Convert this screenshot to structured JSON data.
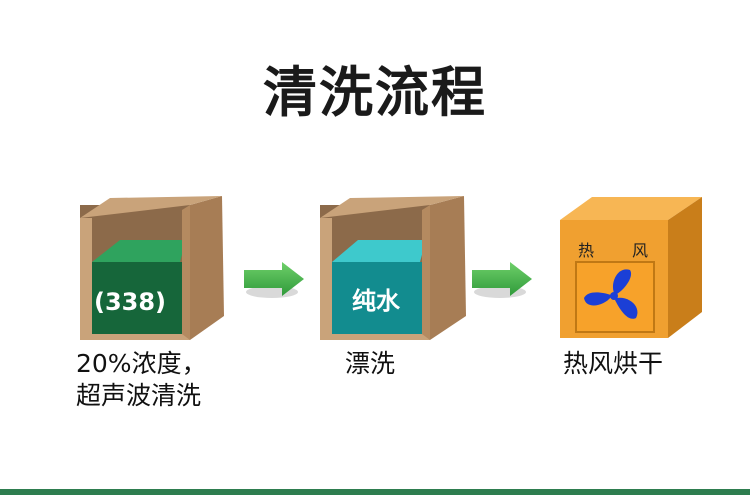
{
  "title": "清洗流程",
  "steps": [
    {
      "box_label": "(338)",
      "caption_lines": [
        "20%浓度，",
        "超声波清洗"
      ],
      "liquid_color": "#1d8a4e"
    },
    {
      "box_label": "纯水",
      "caption_lines": [
        "漂洗"
      ],
      "liquid_color": "#2bb3b8"
    },
    {
      "cube_labels": [
        "热",
        "风"
      ],
      "caption_lines": [
        "热风烘干"
      ],
      "cube_color": "#f0a030",
      "fan_color": "#1b3fd6"
    }
  ],
  "arrow_color": "#3aa845",
  "icons": [
    "right-arrow-icon",
    "fan-icon"
  ]
}
